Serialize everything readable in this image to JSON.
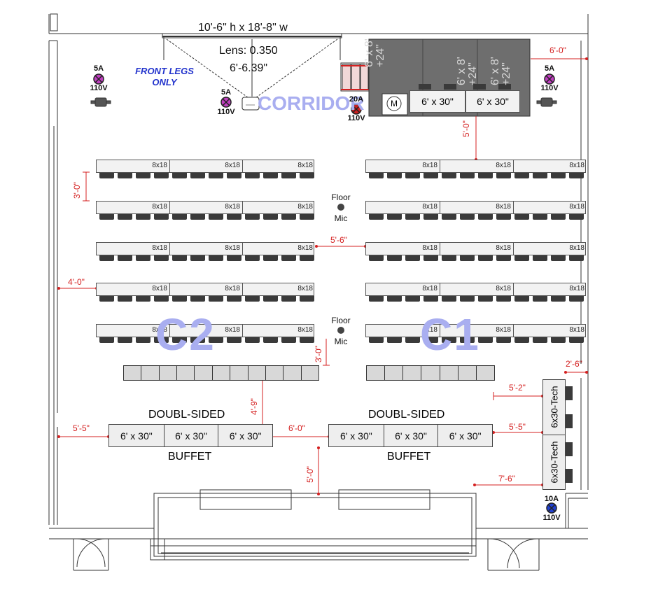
{
  "header": {
    "screen_size": "10'-6\" h   x   18'-8\" w",
    "lens": "Lens: 0.350",
    "throw": "6'-6.39\""
  },
  "labels": {
    "corridor": "CORRIDOR",
    "front_legs": "FRONT LEGS ONLY",
    "zone_left": "C2",
    "zone_right": "C1",
    "floor_mic": "Floor",
    "mic": "Mic",
    "buffet_top": "DOUBL-SIDED",
    "buffet_bottom": "BUFFET",
    "stage_tables": "6' x 30\"",
    "stage_risers": "6' x 8' +24\"",
    "motor": "M"
  },
  "power": [
    {
      "amp": "5A",
      "volt": "110V"
    },
    {
      "amp": "5A",
      "volt": "110V"
    },
    {
      "amp": "20A",
      "volt": "110V"
    },
    {
      "amp": "5A",
      "volt": "110V"
    },
    {
      "amp": "10A",
      "volt": "110V"
    }
  ],
  "table_label": "8x18",
  "buffet_tables": [
    "6' x 30\"",
    "6' x 30\"",
    "6' x 30\""
  ],
  "tech_tables": [
    "6x30-Tech",
    "6x30-Tech"
  ],
  "dimensions": {
    "stage_to_row": "5'-0\"",
    "stage_side": "6'-0\"",
    "row_gap": "3'-0\"",
    "aisle": "5'-6\"",
    "wall_left": "4'-0\"",
    "rear_gap": "3'-0\"",
    "buffet_gap": "4'-9\"",
    "buffet_left": "5'-5\"",
    "buffet_mid": "6'-0\"",
    "buffet_right": "5'-5\"",
    "tech_top": "5'-2\"",
    "tech_side": "2'-6\"",
    "tech_bottom": "7'-6\"",
    "buffet_down": "5'-0\""
  }
}
